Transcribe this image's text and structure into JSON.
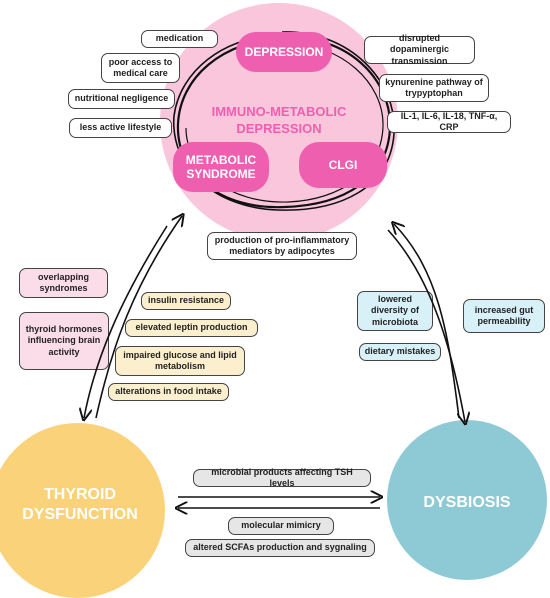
{
  "center": {
    "title": "IMMUNO-METABOLIC DEPRESSION",
    "depression": "DEPRESSION",
    "metabolic": "METABOLIC SYNDROME",
    "clgi": "CLGI"
  },
  "left_causes": [
    "medication",
    "poor access to medical care",
    "nutritional negligence",
    "less active lifestyle"
  ],
  "right_causes": [
    "disrupted dopaminergic transmission",
    "kynurenine pathway of trypyptophan",
    "IL-1, IL-6, IL-18, TNF-α, CRP"
  ],
  "below_center": "production of pro-inflammatory mediators by adipocytes",
  "thyroid_pink": [
    "overlapping syndromes",
    "thyroid hormones influencing brain activity"
  ],
  "thyroid_yellow": [
    "insulin resistance",
    "elevated leptin production",
    "impaired glucose and lipid metabolism",
    "alterations in food intake"
  ],
  "dysbiosis_blue": [
    "lowered diversity of microbiota",
    "dietary mistakes",
    "increased gut permeability"
  ],
  "bottom": {
    "thyroid": "THYROID DYSFUNCTION",
    "dysbiosis": "DYSBIOSIS",
    "link1": "microbial products affecting TSH levels",
    "link2": "molecular mimicry",
    "link3": "altered SCFAs production and sygnaling"
  },
  "colors": {
    "pink_circle": "#f9c6dc",
    "magenta": "#ef5fb0",
    "yellow": "#fad27a",
    "blue": "#8ecad6"
  }
}
